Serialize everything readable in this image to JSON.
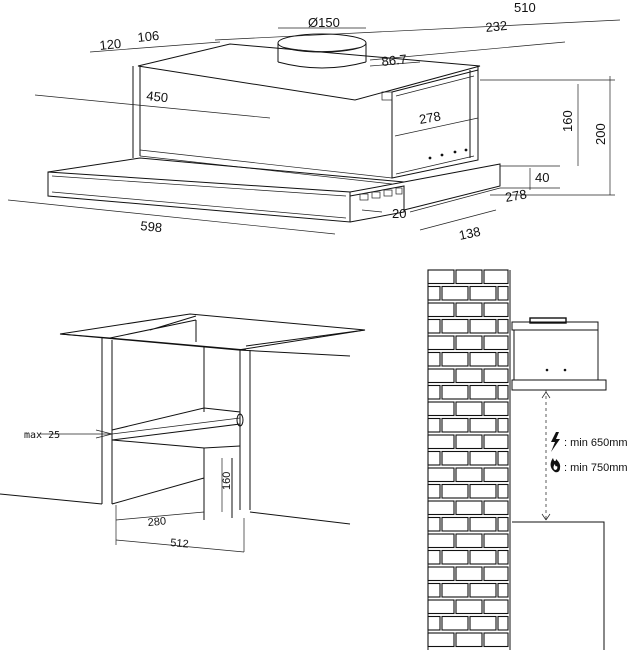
{
  "top_view": {
    "dim_510": "510",
    "dim_232": "232",
    "dim_d150": "Ø150",
    "dim_120": "120",
    "dim_106": "106",
    "dim_86_7": "86.7",
    "dim_450": "450",
    "dim_278_top": "278",
    "dim_160": "160",
    "dim_200": "200",
    "dim_40": "40",
    "dim_278_side": "278",
    "dim_20": "20",
    "dim_598": "598",
    "dim_138": "138"
  },
  "cabinet_view": {
    "max_25": "max 25",
    "dim_160": "160",
    "dim_280": "280",
    "dim_512": "512"
  },
  "install_view": {
    "electric_label": ": min 650mm",
    "gas_label": ": min 750mm",
    "electric_icon": "lightning-icon",
    "gas_icon": "flame-icon"
  }
}
